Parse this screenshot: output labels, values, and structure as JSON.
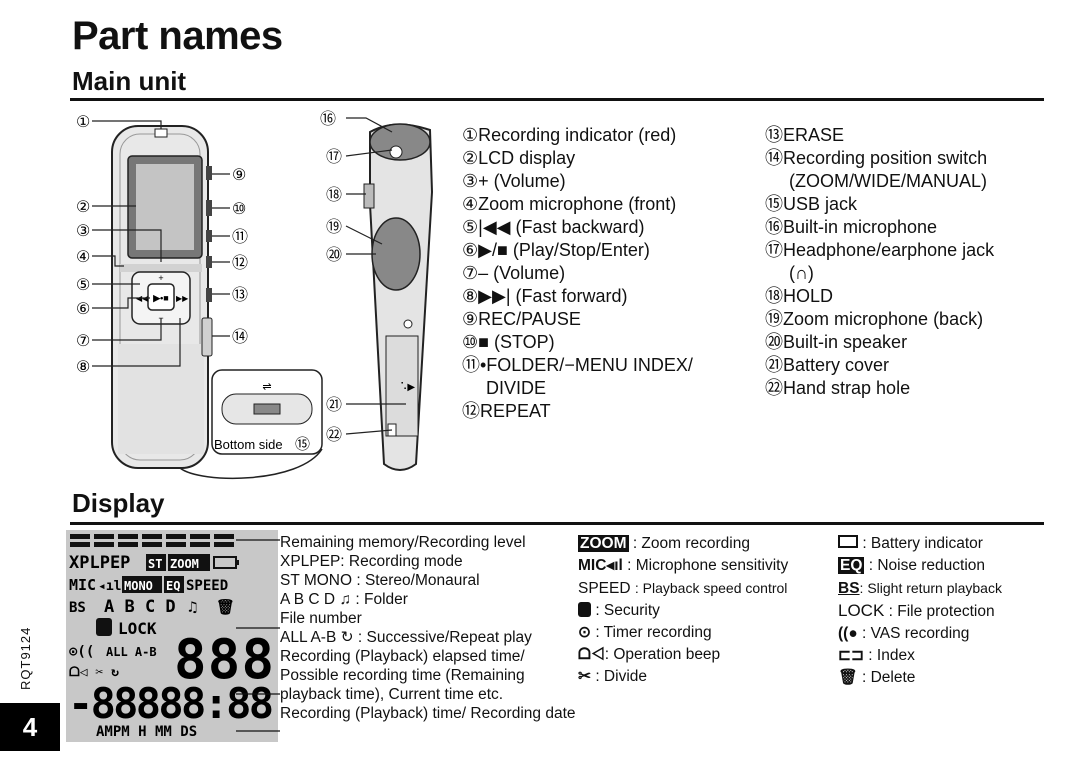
{
  "page_title": "Part names",
  "main_unit": {
    "heading": "Main unit",
    "bottom_side_label": "Bottom side",
    "callout_numbers": [
      "①",
      "②",
      "③",
      "④",
      "⑤",
      "⑥",
      "⑦",
      "⑧",
      "⑨",
      "⑩",
      "⑪",
      "⑫",
      "⑬",
      "⑭",
      "⑮",
      "⑯",
      "⑰",
      "⑱",
      "⑲",
      "⑳",
      "㉑",
      "㉒"
    ],
    "parts_col1": [
      "①Recording indicator (red)",
      "②LCD display",
      "③+ (Volume)",
      "④Zoom microphone (front)",
      "⑤|◀◀ (Fast backward)",
      "⑥▶/■ (Play/Stop/Enter)",
      "⑦– (Volume)",
      "⑧▶▶| (Fast forward)",
      "⑨REC/PAUSE",
      "⑩■ (STOP)",
      "⑪•FOLDER/−MENU INDEX/",
      "DIVIDE",
      "⑫REPEAT"
    ],
    "parts_col2": [
      "⑬ERASE",
      "⑭Recording position switch",
      "(ZOOM/WIDE/MANUAL)",
      "⑮USB jack",
      "⑯Built-in microphone",
      "⑰Headphone/earphone jack",
      "(∩)",
      "⑱HOLD",
      "⑲Zoom microphone (back)",
      "⑳Built-in speaker",
      "㉑Battery cover",
      "㉒Hand strap hole"
    ]
  },
  "display": {
    "heading": "Display",
    "lcd": {
      "rec_mode": "XPLPEP",
      "st": "ST",
      "zoom": "ZOOM",
      "mic": "MIC",
      "mono": "MONO",
      "eq": "EQ",
      "speed": "SPEED",
      "bs": "BS",
      "folders": "A B C D",
      "lock": "LOCK",
      "repeat": "ALL A-B",
      "file_digits": "888",
      "time_digits": "-88888:88",
      "bottom": "AMPM H MM DS"
    },
    "callouts": [
      "Remaining memory/Recording level",
      "XPLPEP: Recording mode",
      "ST MONO : Stereo/Monaural",
      "A B C D ♫ : Folder",
      "File number",
      "ALL A-B ↻ : Successive/Repeat play",
      "Recording (Playback) elapsed time/",
      "Possible recording time (Remaining",
      "playback time), Current time etc.",
      "Recording (Playback) time/ Recording date"
    ],
    "legend_col1": [
      {
        "icon": "ZOOM",
        "text": ": Zoom recording"
      },
      {
        "icon": "MIC◂ıl",
        "text": ": Microphone sensitivity"
      },
      {
        "icon": "SPEED",
        "text": ": Playback speed control"
      },
      {
        "icon": "security-icon",
        "text": ": Security"
      },
      {
        "icon": "timer-icon",
        "text": ": Timer recording"
      },
      {
        "icon": "beep-icon",
        "text": ": Operation beep"
      },
      {
        "icon": "divide-icon",
        "text": ": Divide"
      }
    ],
    "legend_col2": [
      {
        "icon": "battery-icon",
        "text": ": Battery indicator"
      },
      {
        "icon": "EQ",
        "text": ": Noise reduction"
      },
      {
        "icon": "BS",
        "text": ": Slight return playback"
      },
      {
        "icon": "LOCK",
        "text": ": File protection"
      },
      {
        "icon": "vas-icon",
        "text": ": VAS recording"
      },
      {
        "icon": "index-icon",
        "text": ": Index"
      },
      {
        "icon": "delete-icon",
        "text": ": Delete"
      }
    ]
  },
  "footer": {
    "doc_code": "RQT9124",
    "page_number": "4"
  }
}
